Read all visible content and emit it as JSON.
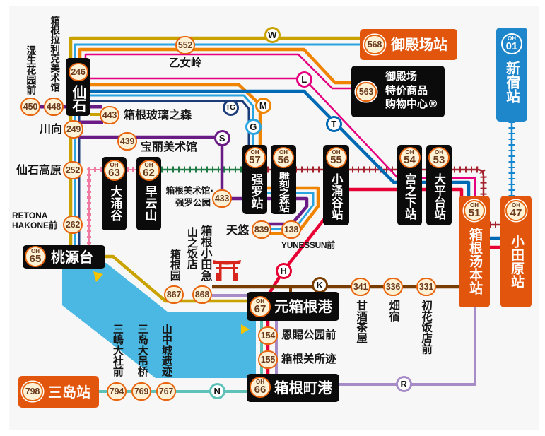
{
  "route_colors": {
    "W": "#c9a200",
    "L": "#e4007f",
    "M": "#f08300",
    "TG": "#1b3c78",
    "G": "#2aa4e0",
    "T": "#0069b4",
    "S": "#6a1b86",
    "H": "#e60033",
    "K": "#7a3d00",
    "R": "#a78bc6",
    "N": "#5ec2b8",
    "rail_hakone_tozan": "#a3222e",
    "rail_cable_car": "#1e7b43",
    "ropeway": "#f07aa0",
    "rail_odakyu": "#1587d0",
    "lake": "#4ab8e2",
    "cruise": "#f5c400"
  },
  "icon_colors": {
    "torii": "#d9261c"
  },
  "route_markers": [
    {
      "label": "W"
    },
    {
      "label": "L"
    },
    {
      "label": "M"
    },
    {
      "label": "TG"
    },
    {
      "label": "G"
    },
    {
      "label": "T"
    },
    {
      "label": "S"
    },
    {
      "label": "H"
    },
    {
      "label": "K"
    },
    {
      "label": "R"
    },
    {
      "label": "N"
    }
  ],
  "stations": {
    "sengoku": {
      "stop_number": "246",
      "name": "仙石"
    },
    "owakudani": {
      "code": "OH",
      "number": "63",
      "name": "大涌谷"
    },
    "sounzan": {
      "code": "OH",
      "number": "62",
      "name": "早云山"
    },
    "gora": {
      "code": "OH",
      "number": "57",
      "name": "强罗站"
    },
    "chokoku_no_mori": {
      "code": "OH",
      "number": "56",
      "name": "雕刻之森站"
    },
    "kowakidani": {
      "code": "OH",
      "number": "55",
      "name": "小涌谷站"
    },
    "miyan_oshita": {
      "code": "OH",
      "number": "54",
      "name": "宫之下站"
    },
    "ohiradai": {
      "code": "OH",
      "number": "53",
      "name": "大平台站"
    },
    "hakone_yumoto": {
      "code": "OH",
      "number": "51",
      "name": "箱根汤本站"
    },
    "odawara": {
      "code": "OH",
      "number": "47",
      "name": "小田原站"
    },
    "shinjuku": {
      "code": "OH",
      "number": "01",
      "name": "新宿站"
    },
    "togendai": {
      "code": "OH",
      "number": "65",
      "name": "桃源台"
    },
    "motohakone_port": {
      "code": "OH",
      "number": "67",
      "name": "元箱根港"
    },
    "hakonemachi_port": {
      "code": "OH",
      "number": "66",
      "name": "箱根町港"
    },
    "gotemba": {
      "stop_number": "568",
      "name": "御殿场站"
    },
    "outlet": {
      "stop_number": "563",
      "name_lines": [
        "御殿场",
        "特价商品",
        "购物中心®"
      ]
    },
    "mishima": {
      "stop_number": "798",
      "name": "三岛站"
    }
  },
  "bus_stops": [
    {
      "number": "450",
      "name": "湿生花园前"
    },
    {
      "number": "448",
      "name": "箱根拉利克美术馆"
    },
    {
      "number": "552",
      "name": "乙女岭"
    },
    {
      "number": "443",
      "name": "箱根玻璃之森"
    },
    {
      "number": "249",
      "name": "川向"
    },
    {
      "number": "439",
      "name": "宝丽美术馆"
    },
    {
      "number": "252",
      "name": "仙石高原"
    },
    {
      "number": "262",
      "name_lines": [
        "RETONA",
        "HAKONE前"
      ]
    },
    {
      "number": "433",
      "name_lines": [
        "箱根美术馆·",
        "强罗公园"
      ]
    },
    {
      "number": "839",
      "name": "天悠"
    },
    {
      "number": "138",
      "name": "YUNESSUN前"
    },
    {
      "number": "867",
      "name": "箱根园"
    },
    {
      "number": "868",
      "name_lines": [
        "箱根小田急",
        "山之饭店"
      ]
    },
    {
      "number": "341",
      "name": "甘酒茶屋"
    },
    {
      "number": "336",
      "name": "畑宿"
    },
    {
      "number": "331",
      "name": "初花饭店前"
    },
    {
      "number": "154",
      "name": "恩賜公园前"
    },
    {
      "number": "155",
      "name": "箱根关所迹"
    },
    {
      "number": "794",
      "name": "三嶋大社前"
    },
    {
      "number": "769",
      "name": "三岛大吊桥"
    },
    {
      "number": "767",
      "name": "山中城遗迹"
    }
  ]
}
